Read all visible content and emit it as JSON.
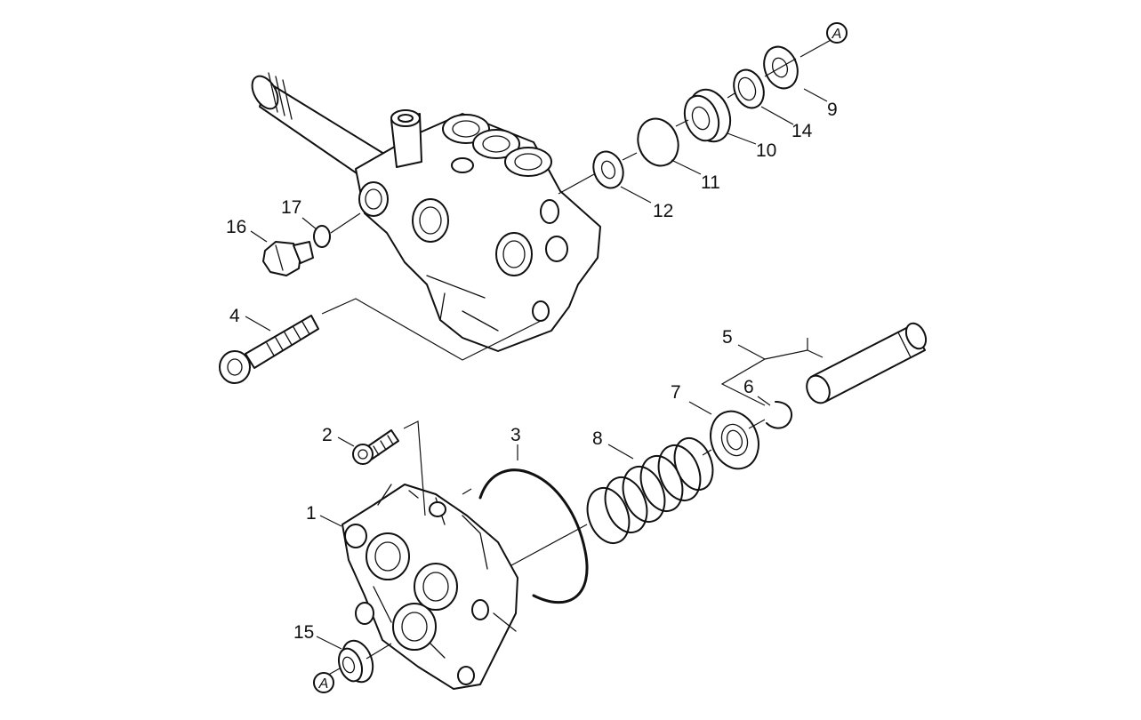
{
  "labels": {
    "p1": "1",
    "p2": "2",
    "p3": "3",
    "p4": "4",
    "p5": "5",
    "p6": "6",
    "p7": "7",
    "p8": "8",
    "p9": "9",
    "p10": "10",
    "p11": "11",
    "p12": "12",
    "p14": "14",
    "p15": "15",
    "p16": "16",
    "p17": "17"
  },
  "refs": {
    "top": "A",
    "bottom": "A"
  },
  "colors": {
    "line": "#111111",
    "background": "#ffffff"
  }
}
